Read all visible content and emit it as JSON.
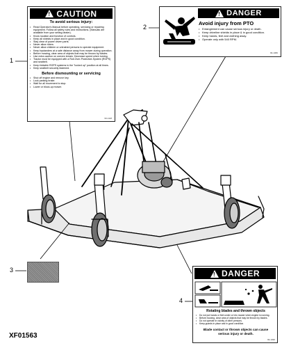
{
  "callouts": [
    "1",
    "2",
    "3",
    "4"
  ],
  "figure_id": "XF01563",
  "caution_decal": {
    "signal_word": "CAUTION",
    "heading": "To avoid serious injury:",
    "items": [
      "Read Operator's Manual before operating, servicing or repairing equipment. Follow all safety rules and instructions. (Manuals are available from your selling dealer).",
      "Know location and function of controls.",
      "Keep all shields in place and in good condition.",
      "Stay clear of power driven parts.",
      "Never allow riders.",
      "Never allow children or untrained persons to operate equipment.",
      "Keep bystanders at a safe distance away from mower during operation.",
      "Before mowing, clear area of objects that may be thrown by blades.",
      "Use extra caution on uneven terrain. Decrease speed when turning.",
      "Tractor must be equipped with a Roll-Over-Protective-System (ROPS) and seatbelt.",
      "Keep foldable ROPS systems in the \"locked up\" position at all times.",
      "Keep seatbelt securely fastened."
    ],
    "heading2": "Before dismounting or servicing",
    "items2": [
      "Shut off engine and remove key.",
      "Lock parking brake.",
      "Wait for all movement to stop.",
      "Lower or block-up mower."
    ],
    "code": "99-1118"
  },
  "pto_decal": {
    "signal_word": "DANGER",
    "heading": "Avoid injury from PTO",
    "items": [
      "Entanglement can cause serious injury or death.",
      "Keep driveline shields in place & in good condition.",
      "Keep hands, feet and clothing away.",
      "Operate only with 540 RPM."
    ],
    "code": "99-1080"
  },
  "blade_decal": {
    "signal_word": "DANGER",
    "heading": "Rotating blades and thrown objects",
    "items": [
      "Do not put hands or feet under or into mower when engine is running.",
      "Before mowing, clear area of objects that may be thrown by blades.",
      "Do not operate in vicinity of other persons.",
      "Keep guards in place and in good condition."
    ],
    "footer": "Blade contact or thrown objects can cause serious injury or death.",
    "code": "99-1090"
  }
}
